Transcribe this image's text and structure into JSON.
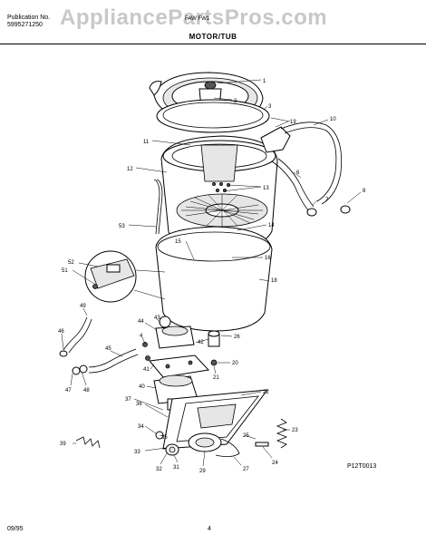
{
  "header": {
    "publication_label": "Publication No.",
    "publication_number": "5995271250",
    "model_code": "FAW FW1",
    "section_title": "MOTOR/TUB"
  },
  "watermark": "AppliancePartsPros.com",
  "diagram": {
    "code": "P12T0013",
    "callouts": [
      "1",
      "2",
      "3",
      "19",
      "10",
      "11",
      "12",
      "13",
      "6",
      "7",
      "8",
      "53",
      "14",
      "15",
      "16",
      "18",
      "52",
      "51",
      "49",
      "46",
      "43",
      "44",
      "4",
      "42",
      "26",
      "45",
      "41",
      "20",
      "47",
      "48",
      "21",
      "40",
      "22",
      "37",
      "36",
      "39",
      "34",
      "33",
      "35",
      "23",
      "32",
      "31",
      "29",
      "25",
      "24",
      "27"
    ]
  },
  "footer": {
    "date": "09/95",
    "page": "4"
  }
}
